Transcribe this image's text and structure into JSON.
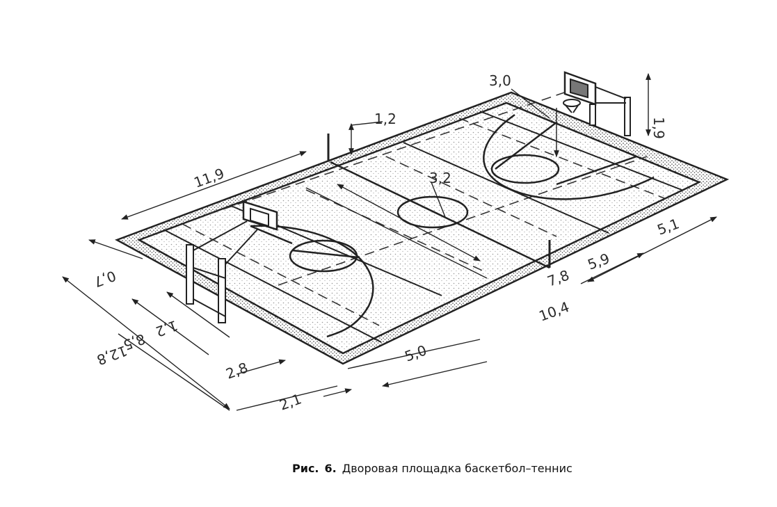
{
  "caption": {
    "prefix": "Рис.",
    "number": "6.",
    "title": "Дворовая площадка баскетбол–теннис"
  },
  "dimensions": {
    "side_length": "11,9",
    "net_height": "1,2",
    "top_offset": "3,0",
    "pole_height": "1,9",
    "circle_diameter": "3,2",
    "side_zone": "5,1",
    "service_depth": "5,9",
    "inner_width": "7,8",
    "court_width": "10,4",
    "end_offset": "0,7",
    "post_spacing": "1,2",
    "inner_length": "8,5",
    "total_length": "12,8",
    "key_width": "2,8",
    "baseline_zone": "5,0",
    "margin": "2,1"
  }
}
